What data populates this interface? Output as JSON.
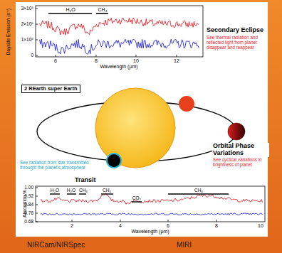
{
  "diagram": {
    "nodes": [
      {
        "text": [
          "2 REarth super Earth"
        ]
      }
    ],
    "labels": [
      "Dayside Emission (s⁻¹)",
      "3×10⁵",
      "2×10⁵",
      "1×10⁵",
      "0",
      "H₂O",
      "CH₄",
      "6",
      "8",
      "10",
      "12",
      "Wavelength (μm)",
      "Secondary Eclipse",
      "See thermal radiation and reflected light from planet disappear and reappear",
      "Orbital Phase Variations",
      "See cyclical variations in brightness of planet",
      "Transit",
      "See radiation from star transmitted throught the planet's atmosphere",
      "Absorption %",
      "1.00",
      "0.92",
      "0.84",
      "0.76",
      "0.68",
      "H₂O",
      "H₂O",
      "CH₄",
      "CH₄",
      "CO₂",
      "CH₄",
      "2",
      "4",
      "6",
      "8",
      "10",
      "Wavelength (μm)",
      "NIRCam/NIRSpec",
      "MIRI"
    ]
  }
}
